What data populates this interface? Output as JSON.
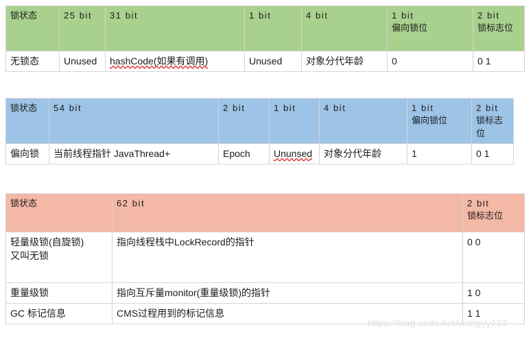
{
  "tables": [
    {
      "name": "no-lock-table",
      "accent": "#a9d18e",
      "header": [
        {
          "l1": "锁状态",
          "l2": ""
        },
        {
          "l1": "25 bit",
          "l2": ""
        },
        {
          "l1": "31 bit",
          "l2": ""
        },
        {
          "l1": "1 bit",
          "l2": ""
        },
        {
          "l1": "4 bit",
          "l2": ""
        },
        {
          "l1": "1 bit",
          "l2": "偏向锁位"
        },
        {
          "l1": "2 bit",
          "l2": "锁标志位"
        }
      ],
      "rows": [
        [
          "无锁态",
          "Unused",
          "hashCode(如果有调用)",
          "Unused",
          "对象分代年龄",
          "0",
          "0 1"
        ]
      ]
    },
    {
      "name": "biased-lock-table",
      "accent": "#9dc3e6",
      "header": [
        {
          "l1": "锁状态",
          "l2": ""
        },
        {
          "l1": "54 bit",
          "l2": ""
        },
        {
          "l1": "2 bit",
          "l2": ""
        },
        {
          "l1": "1 bit",
          "l2": ""
        },
        {
          "l1": "4 bit",
          "l2": ""
        },
        {
          "l1": "1 bit",
          "l2": "偏向锁位"
        },
        {
          "l1": "2 bit",
          "l2": "锁标志位"
        }
      ],
      "rows": [
        [
          "偏向锁",
          "当前线程指针 JavaThread+",
          "Epoch",
          "Ununsed",
          "对象分代年龄",
          "1",
          "0 1"
        ]
      ]
    },
    {
      "name": "heavy-lock-table",
      "accent": "#f4b8a6",
      "header": [
        {
          "l1": "锁状态",
          "l2": ""
        },
        {
          "l1": "62 bit",
          "l2": ""
        },
        {
          "l1": "2 bit",
          "l2": "锁标志位"
        }
      ],
      "rows": [
        [
          "轻量级锁(自旋锁)\n又叫无锁",
          "指向线程栈中LockRecord的指针",
          "0 0"
        ],
        [
          "重量级锁",
          "指向互斥量monitor(重量级锁)的指针",
          "1 0"
        ],
        [
          "GC 标记信息",
          "CMS过程用到的标记信息",
          "1 1"
        ]
      ]
    }
  ],
  "watermark": "https://blog.csdn.net/wangyy130"
}
